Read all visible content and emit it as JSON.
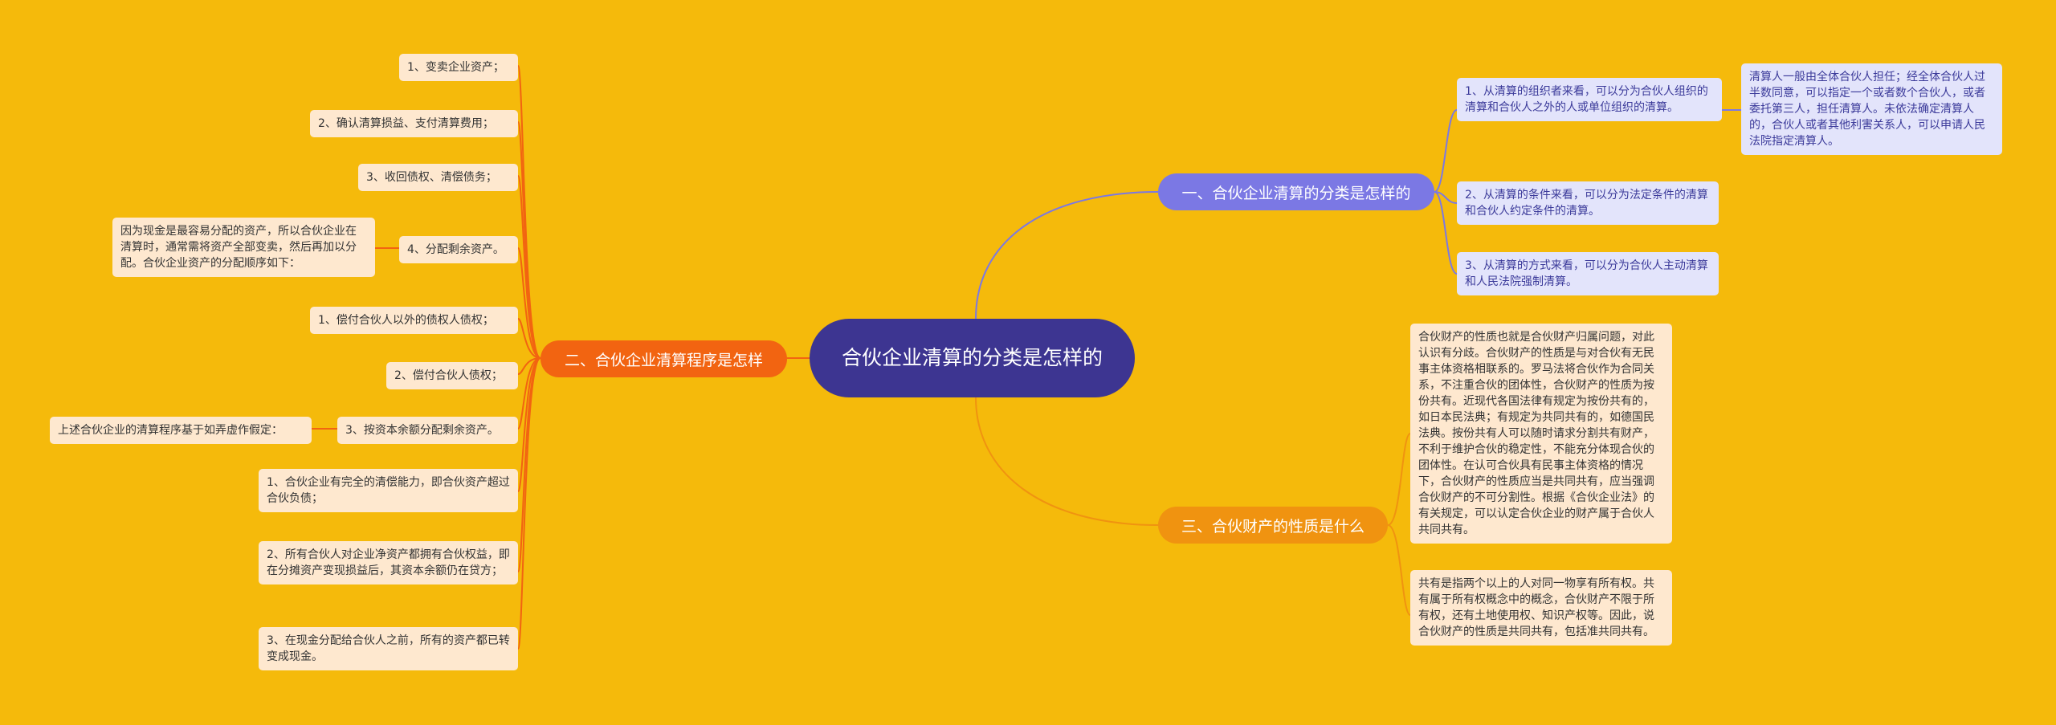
{
  "root": {
    "title": "合伙企业清算的分类是怎样的"
  },
  "branch1": {
    "title": "一、合伙企业清算的分类是怎样的",
    "items": [
      "1、从清算的组织者来看，可以分为合伙人组织的清算和合伙人之外的人或单位组织的清算。",
      "2、从清算的条件来看，可以分为法定条件的清算和合伙人约定条件的清算。",
      "3、从清算的方式来看，可以分为合伙人主动清算和人民法院强制清算。"
    ],
    "note": "清算人一般由全体合伙人担任；经全体合伙人过半数同意，可以指定一个或者数个合伙人，或者委托第三人，担任清算人。未依法确定清算人的，合伙人或者其他利害关系人，可以申请人民法院指定清算人。"
  },
  "branch2": {
    "title": "二、合伙企业清算程序是怎样",
    "items": [
      "1、变卖企业资产；",
      "2、确认清算损益、支付清算费用；",
      "3、收回债权、清偿债务；",
      "4、分配剩余资产。",
      "1、偿付合伙人以外的债权人债权；",
      "2、偿付合伙人债权；",
      "3、按资本余额分配剩余资产。",
      "1、合伙企业有完全的清偿能力，即合伙资产超过合伙负债；",
      "2、所有合伙人对企业净资产都拥有合伙权益，即在分摊资产变现损益后，其资本余额仍在贷方；",
      "3、在现金分配给合伙人之前，所有的资产都已转变成现金。"
    ],
    "note_a": "因为现金是最容易分配的资产，所以合伙企业在清算时，通常需将资产全部变卖，然后再加以分配。合伙企业资产的分配顺序如下：",
    "note_b": "上述合伙企业的清算程序基于如弄虚作假定："
  },
  "branch3": {
    "title": "三、合伙财产的性质是什么",
    "items": [
      "合伙财产的性质也就是合伙财产归属问题，对此认识有分歧。合伙财产的性质是与对合伙有无民事主体资格相联系的。罗马法将合伙作为合同关系，不注重合伙的团体性，合伙财产的性质为按份共有。近现代各国法律有规定为按份共有的，如日本民法典；有规定为共同共有的，如德国民法典。按份共有人可以随时请求分割共有财产，不利于维护合伙的稳定性，不能充分体现合伙的团体性。在认可合伙具有民事主体资格的情况下，合伙财产的性质应当是共同共有，应当强调合伙财产的不可分割性。根据《合伙企业法》的有关规定，可以认定合伙企业的财产属于合伙人共同共有。",
      "共有是指两个以上的人对同一物享有所有权。共有属于所有权概念中的概念，合伙财产不限于所有权，还有土地使用权、知识产权等。因此，说合伙财产的性质是共同共有，包括准共同共有。"
    ]
  },
  "colors": {
    "background": "#F5BA0B",
    "root": "#3D3591",
    "branch1": "#7B78E4",
    "branch2": "#F26411",
    "branch3": "#F09310"
  }
}
